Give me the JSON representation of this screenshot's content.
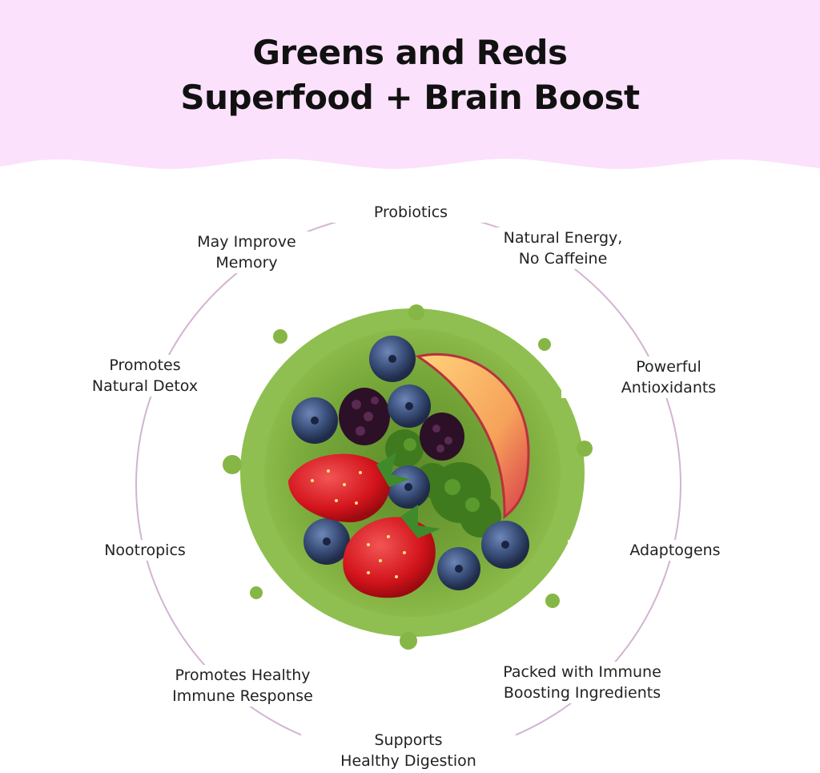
{
  "colors": {
    "header_bg": "#fbe1fb",
    "ring": "#c9a8c9",
    "text": "#222222"
  },
  "title": {
    "line1": "Greens and Reds",
    "line2": "Superfood + Brain Boost"
  },
  "benefits": {
    "probiotics": {
      "line1": "Probiotics"
    },
    "energy": {
      "line1": "Natural Energy,",
      "line2": "No Caffeine"
    },
    "antioxidants": {
      "line1": "Powerful",
      "line2": "Antioxidants"
    },
    "adaptogens": {
      "line1": "Adaptogens"
    },
    "immune_ingredients": {
      "line1": "Packed with Immune",
      "line2": "Boosting Ingredients"
    },
    "digestion": {
      "line1": "Supports",
      "line2": "Healthy Digestion"
    },
    "immune_response": {
      "line1": "Promotes Healthy",
      "line2": "Immune Response"
    },
    "nootropics": {
      "line1": "Nootropics"
    },
    "detox": {
      "line1": "Promotes",
      "line2": "Natural Detox"
    },
    "memory": {
      "line1": "May Improve",
      "line2": "Memory"
    }
  },
  "image": {
    "icon": "superfood-bowl-illustration"
  }
}
